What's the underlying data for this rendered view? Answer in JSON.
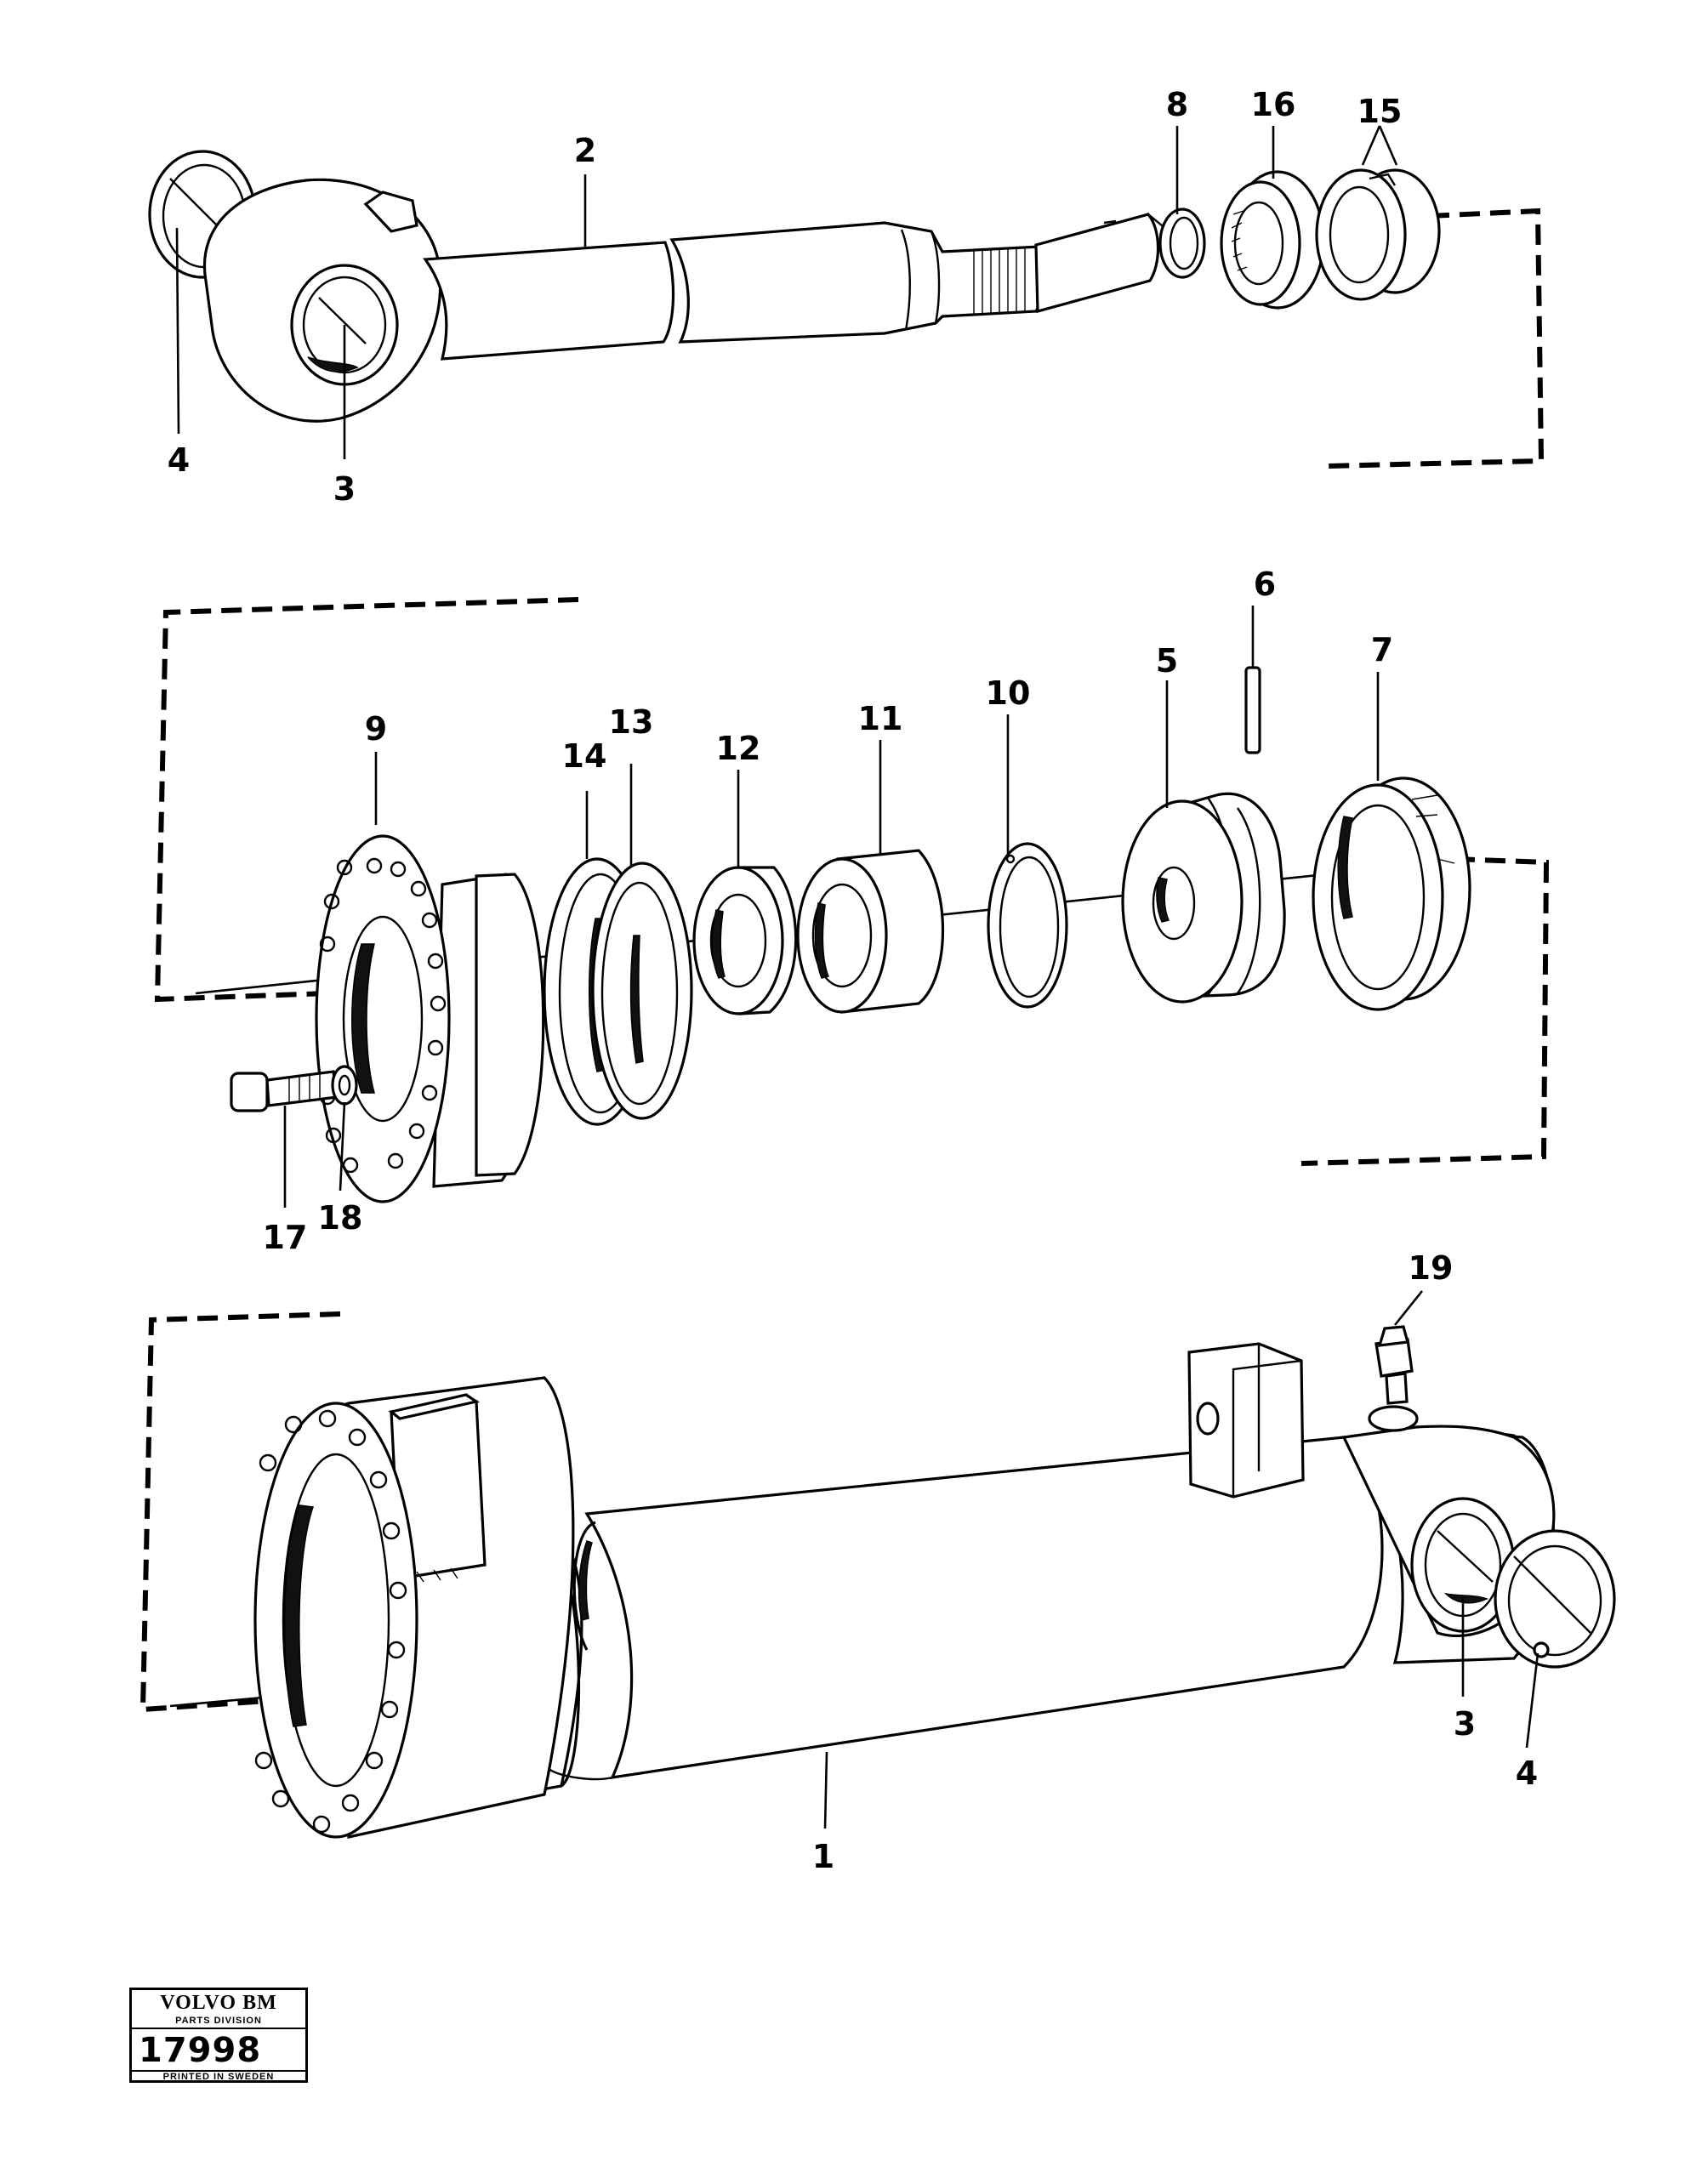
{
  "drawing": {
    "callouts": {
      "p1": "1",
      "p2": "2",
      "p3_top": "3",
      "p3_bottom": "3",
      "p4_top": "4",
      "p4_bottom": "4",
      "p5": "5",
      "p6": "6",
      "p7": "7",
      "p8": "8",
      "p9": "9",
      "p10": "10",
      "p11": "11",
      "p12": "12",
      "p13": "13",
      "p14": "14",
      "p15": "15",
      "p16": "16",
      "p17": "17",
      "p18": "18",
      "p19": "19"
    }
  },
  "logo": {
    "brand": "VOLVO BM",
    "division": "PARTS DIVISION",
    "number": "17998",
    "printed": "PRINTED IN SWEDEN"
  }
}
